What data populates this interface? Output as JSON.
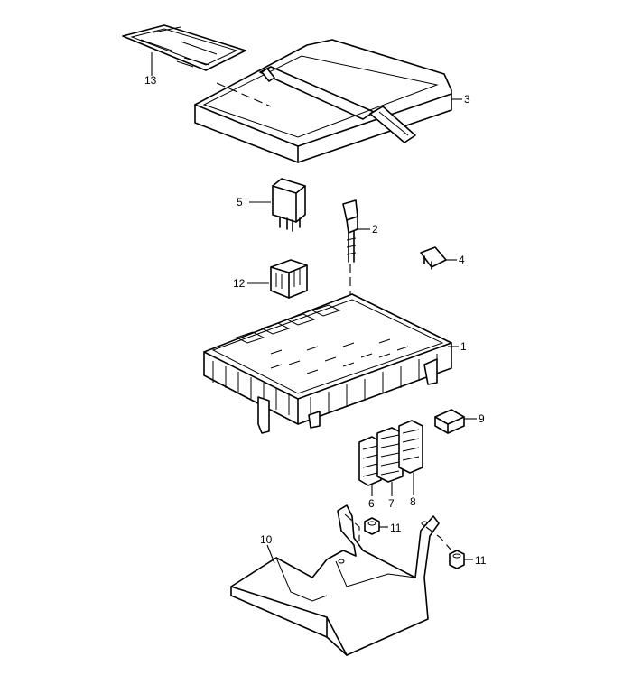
{
  "callouts": {
    "c1": "1",
    "c2": "2",
    "c3": "3",
    "c4": "4",
    "c5": "5",
    "c6": "6",
    "c7": "7",
    "c8": "8",
    "c9": "9",
    "c10": "10",
    "c11a": "11",
    "c11b": "11",
    "c12": "12",
    "c13": "13"
  }
}
